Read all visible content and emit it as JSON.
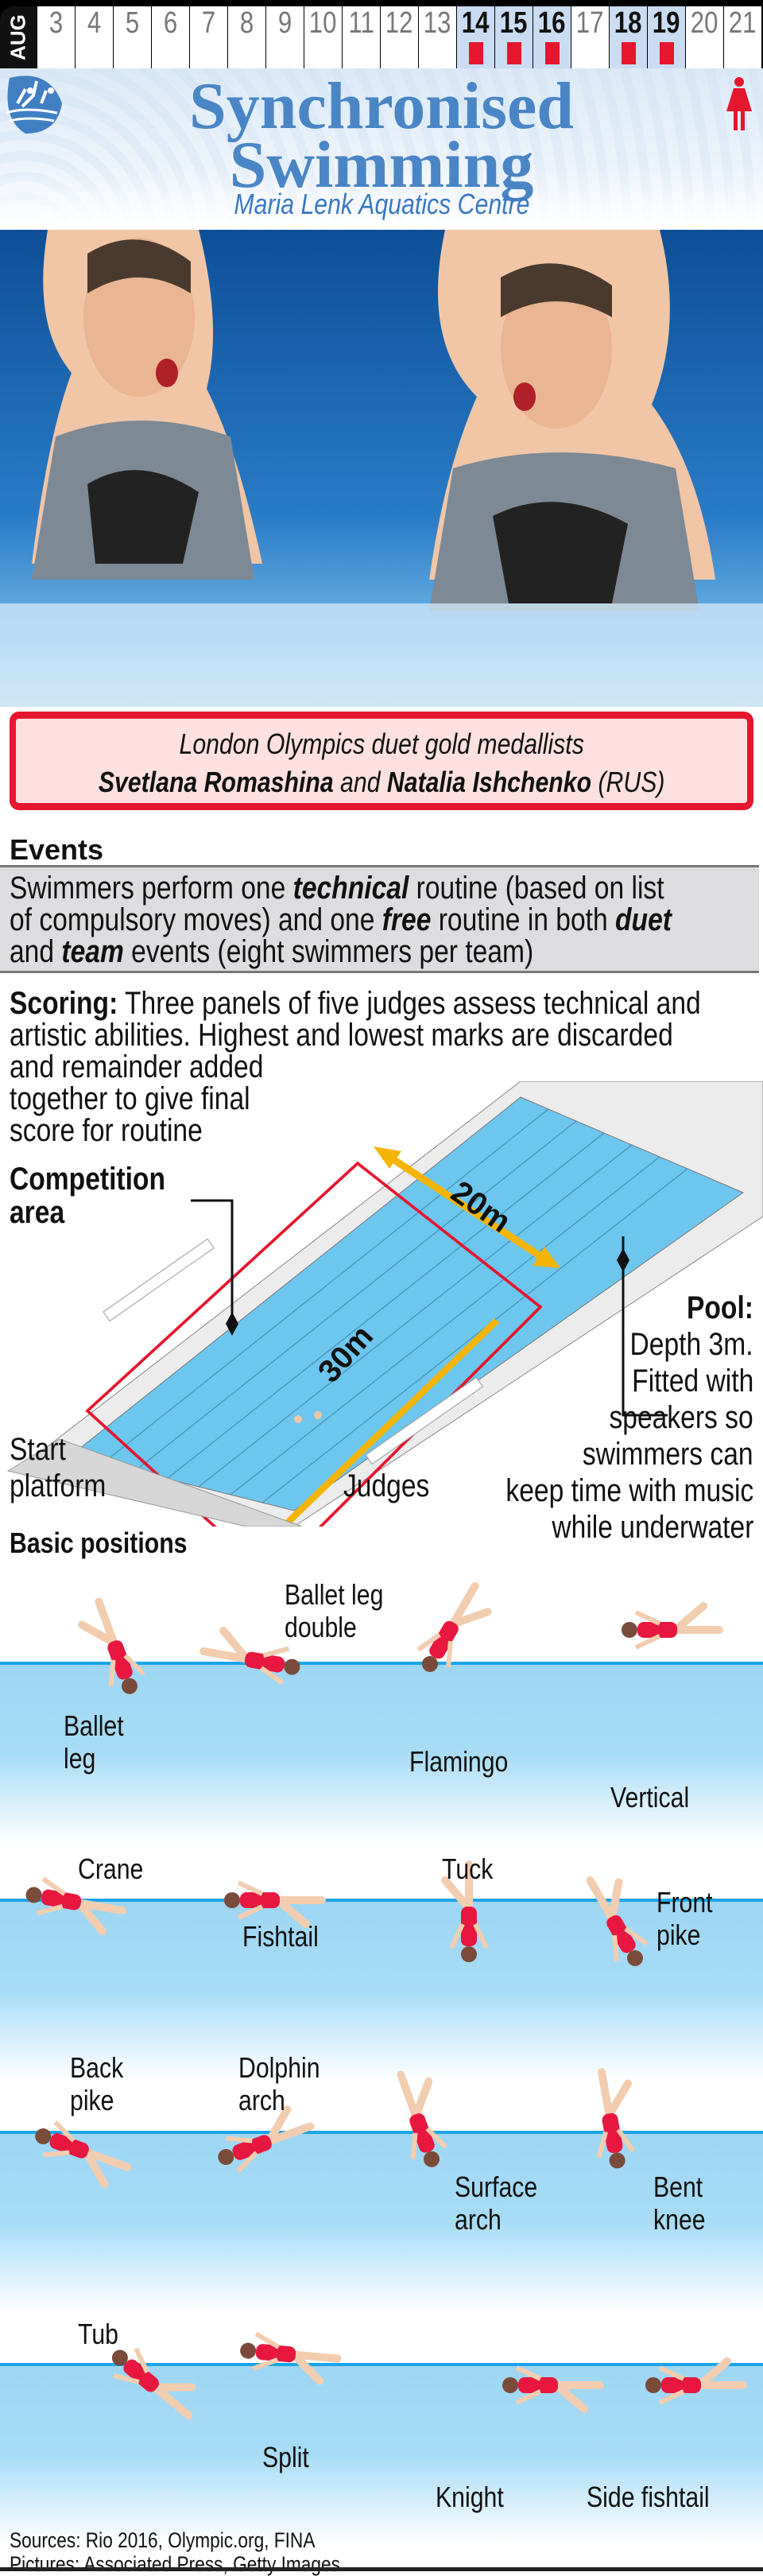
{
  "date_bar": {
    "month": "AUG",
    "days": [
      {
        "day": "3",
        "event": false,
        "medal": false
      },
      {
        "day": "4",
        "event": false,
        "medal": false
      },
      {
        "day": "5",
        "event": false,
        "medal": false
      },
      {
        "day": "6",
        "event": false,
        "medal": false
      },
      {
        "day": "7",
        "event": false,
        "medal": false
      },
      {
        "day": "8",
        "event": false,
        "medal": false
      },
      {
        "day": "9",
        "event": false,
        "medal": false
      },
      {
        "day": "10",
        "event": false,
        "medal": false
      },
      {
        "day": "11",
        "event": false,
        "medal": false
      },
      {
        "day": "12",
        "event": false,
        "medal": false
      },
      {
        "day": "13",
        "event": false,
        "medal": false
      },
      {
        "day": "14",
        "event": true,
        "medal": true
      },
      {
        "day": "15",
        "event": true,
        "medal": true
      },
      {
        "day": "16",
        "event": true,
        "medal": true
      },
      {
        "day": "17",
        "event": false,
        "medal": false
      },
      {
        "day": "18",
        "event": true,
        "medal": true
      },
      {
        "day": "19",
        "event": true,
        "medal": true
      },
      {
        "day": "20",
        "event": false,
        "medal": false
      },
      {
        "day": "21",
        "event": false,
        "medal": false
      }
    ],
    "medal_color": "#e5172e",
    "event_bg": "#c9dcf1"
  },
  "header": {
    "title_line1": "Synchronised",
    "title_line2": "Swimming",
    "venue": "Maria Lenk Aquatics Centre",
    "title_color": "#4a86c5",
    "icons": [
      "sport-pictogram-icon",
      "female-icon"
    ]
  },
  "caption": {
    "line1": "London Olympics duet gold medallists",
    "name1": "Svetlana Romashina",
    "and": " and ",
    "name2": "Natalia Ishchenko",
    "country": " (RUS)"
  },
  "events": {
    "heading": "Events",
    "lines": [
      [
        "Swimmers perform one ",
        "technical",
        " routine (based on list"
      ],
      [
        "of compulsory moves) and one ",
        "free",
        " routine in both ",
        "duet"
      ],
      [
        "and ",
        "team",
        " events (eight swimmers per team)"
      ]
    ]
  },
  "scoring": {
    "label": "Scoring:",
    "lines": [
      " Three panels of five judges assess technical and",
      "artistic abilities. Highest and lowest marks are discarded",
      "and remainder added",
      "together to give final",
      "score for routine"
    ]
  },
  "pool_diagram": {
    "competition_area": [
      "Competition",
      "area"
    ],
    "width_label": "20m",
    "length_label": "30m",
    "pool_label": "Pool:",
    "pool_desc": [
      "Depth 3m.",
      "Fitted with",
      "speakers so",
      "swimmers can",
      "keep time with music",
      "while underwater"
    ],
    "start_platform": [
      "Start",
      "platform"
    ],
    "judges": "Judges"
  },
  "basic_positions": {
    "heading": "Basic positions",
    "positions": [
      [
        "Ballet",
        "leg"
      ],
      [
        "Ballet leg",
        "double"
      ],
      [
        "Flamingo"
      ],
      [
        "Vertical"
      ],
      [
        "Crane"
      ],
      [
        "Fishtail"
      ],
      [
        "Tuck"
      ],
      [
        "Front",
        "pike"
      ],
      [
        "Back",
        "pike"
      ],
      [
        "Dolphin",
        "arch"
      ],
      [
        "Surface",
        "arch"
      ],
      [
        "Bent",
        "knee"
      ],
      [
        "Tub"
      ],
      [
        "Split"
      ],
      [
        "Knight"
      ],
      [
        "Side fishtail"
      ]
    ]
  },
  "sources": [
    "Sources: Rio 2016, Olympic.org, FINA",
    "Pictures: Associated Press, Getty Images"
  ]
}
